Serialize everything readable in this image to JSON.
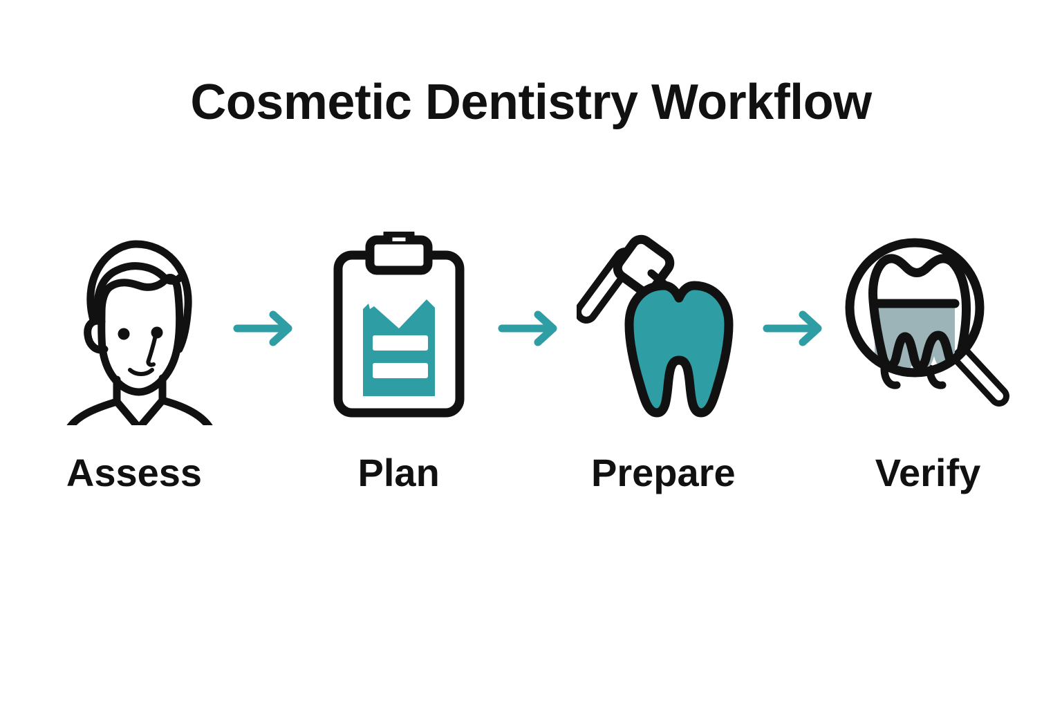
{
  "page": {
    "title": "Cosmetic Dentistry Workflow",
    "background_color": "#ffffff",
    "accent_color": "#2f9da4",
    "outline_color": "#111111",
    "muted_fill_color": "#9cb3b8"
  },
  "flow": {
    "steps": [
      {
        "label": "Assess",
        "icon": "patient-face-icon"
      },
      {
        "label": "Plan",
        "icon": "clipboard-chart-icon"
      },
      {
        "label": "Prepare",
        "icon": "tooth-drill-icon"
      },
      {
        "label": "Verify",
        "icon": "magnifier-tooth-icon"
      }
    ],
    "connectors": [
      {
        "icon": "arrow-right-icon"
      },
      {
        "icon": "arrow-right-icon"
      },
      {
        "icon": "arrow-right-icon"
      }
    ]
  }
}
